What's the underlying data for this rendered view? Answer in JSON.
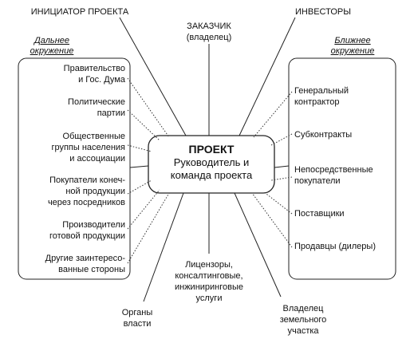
{
  "stakeholders": {
    "top": {
      "initiator": "ИНИЦИАТОР ПРОЕКТА",
      "customer_l1": "ЗАКАЗЧИК",
      "customer_l2": "(владелец)",
      "investors": "ИНВЕСТОРЫ"
    },
    "far": {
      "heading_l1": "Дальнее",
      "heading_l2": "окружение",
      "items": [
        {
          "l1": "Правительство",
          "l2": "и Гос. Дума"
        },
        {
          "l1": "Политические",
          "l2": "партии"
        },
        {
          "l1": "Общественные",
          "l2": "группы населения",
          "l3": "и ассоциации"
        },
        {
          "l1": "Покупатели конеч-",
          "l2": "ной продукции",
          "l3": "через посредников"
        },
        {
          "l1": "Производители",
          "l2": "готовой продукции"
        },
        {
          "l1": "Другие заинтересо-",
          "l2": "ванные стороны"
        }
      ]
    },
    "near": {
      "heading_l1": "Ближнее",
      "heading_l2": "окружение",
      "items": [
        {
          "l1": "Генеральный",
          "l2": "контрактор"
        },
        {
          "l1": "Субконтракты"
        },
        {
          "l1": "Непосредственные",
          "l2": "покупатели"
        },
        {
          "l1": "Поставщики"
        },
        {
          "l1": "Продавцы (дилеры)"
        }
      ]
    },
    "center": {
      "title": "ПРОЕКТ",
      "l1": "Руководитель и",
      "l2": "команда проекта"
    },
    "bottom": {
      "authorities_l1": "Органы",
      "authorities_l2": "власти",
      "consult_l1": "Лицензоры,",
      "consult_l2": "консалтинговые,",
      "consult_l3": "инжиниринговые",
      "consult_l4": "услуги",
      "land_l1": "Владелец",
      "land_l2": "земельного",
      "land_l3": "участка"
    }
  }
}
